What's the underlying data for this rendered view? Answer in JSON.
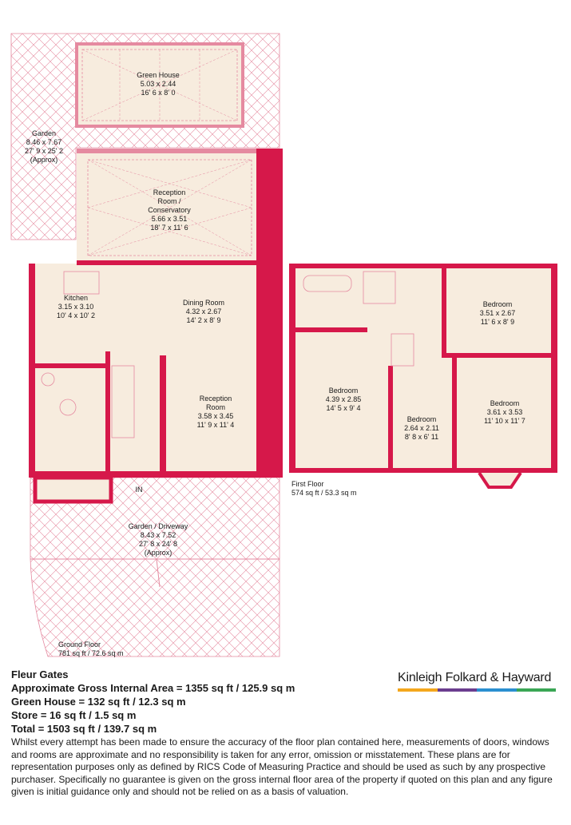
{
  "rooms": {
    "green_house": {
      "name": "Green House",
      "metric": "5.03 x 2.44",
      "imperial": "16' 6 x 8' 0"
    },
    "garden_rear": {
      "name": "Garden",
      "metric": "8.46 x 7.67",
      "imperial": "27' 9 x 25' 2",
      "note": "(Approx)"
    },
    "conservatory": {
      "name1": "Reception",
      "name2": "Room /",
      "name3": "Conservatory",
      "metric": "5.66 x 3.51",
      "imperial": "18' 7 x 11' 6"
    },
    "kitchen": {
      "name": "Kitchen",
      "metric": "3.15 x 3.10",
      "imperial": "10' 4 x 10' 2"
    },
    "dining": {
      "name": "Dining Room",
      "metric": "4.32 x 2.67",
      "imperial": "14' 2 x 8' 9"
    },
    "reception": {
      "name1": "Reception",
      "name2": "Room",
      "metric": "3.58 x 3.45",
      "imperial": "11' 9 x 11' 4"
    },
    "entrance": {
      "label": "IN"
    },
    "driveway": {
      "name": "Garden / Driveway",
      "metric": "8.43 x 7.52",
      "imperial": "27' 8 x 24' 8",
      "note": "(Approx)"
    },
    "bed1": {
      "name": "Bedroom",
      "metric": "3.51 x 2.67",
      "imperial": "11' 6 x 8' 9"
    },
    "bed2": {
      "name": "Bedroom",
      "metric": "4.39 x 2.85",
      "imperial": "14' 5 x 9' 4"
    },
    "bed3": {
      "name": "Bedroom",
      "metric": "3.61 x 3.53",
      "imperial": "11' 10 x 11' 7"
    },
    "bed4": {
      "name": "Bedroom",
      "metric": "2.64 x 2.11",
      "imperial": "8' 8 x 6' 11"
    }
  },
  "floors": {
    "ground": {
      "name": "Ground Floor",
      "area": "781 sq ft / 72.6 sq m"
    },
    "first": {
      "name": "First Floor",
      "area": "574 sq ft / 53.3 sq m"
    }
  },
  "summary": {
    "property": "Fleur Gates",
    "gia": "Approximate Gross Internal Area = 1355 sq ft / 125.9 sq m",
    "green_house": "Green House = 132 sq ft / 12.3 sq m",
    "store": "Store = 16 sq ft / 1.5 sq m",
    "total": "Total = 1503 sq ft / 139.7 sq m"
  },
  "disclaimer": "Whilst every attempt has been made to ensure the accuracy of the floor plan contained here, measurements of doors, windows and rooms are approximate and no responsibility is taken for any error, omission or misstatement. These plans are for representation purposes only as defined by RICS Code of Measuring Practice and should be used as such by any prospective purchaser. Specifically no guarantee is given on the gross internal floor area of the property if quoted on this plan and any figure given is initial guidance only and should not be relied on as a basis of valuation.",
  "agent": {
    "name": "Kinleigh Folkard & Hayward",
    "bar_colors": [
      "#f4a71d",
      "#6b3d8f",
      "#2a8fd0",
      "#3aa655"
    ]
  },
  "colors": {
    "wall": "#d6184a",
    "floor": "#f7ecde",
    "hatch": "#e58aa0"
  }
}
